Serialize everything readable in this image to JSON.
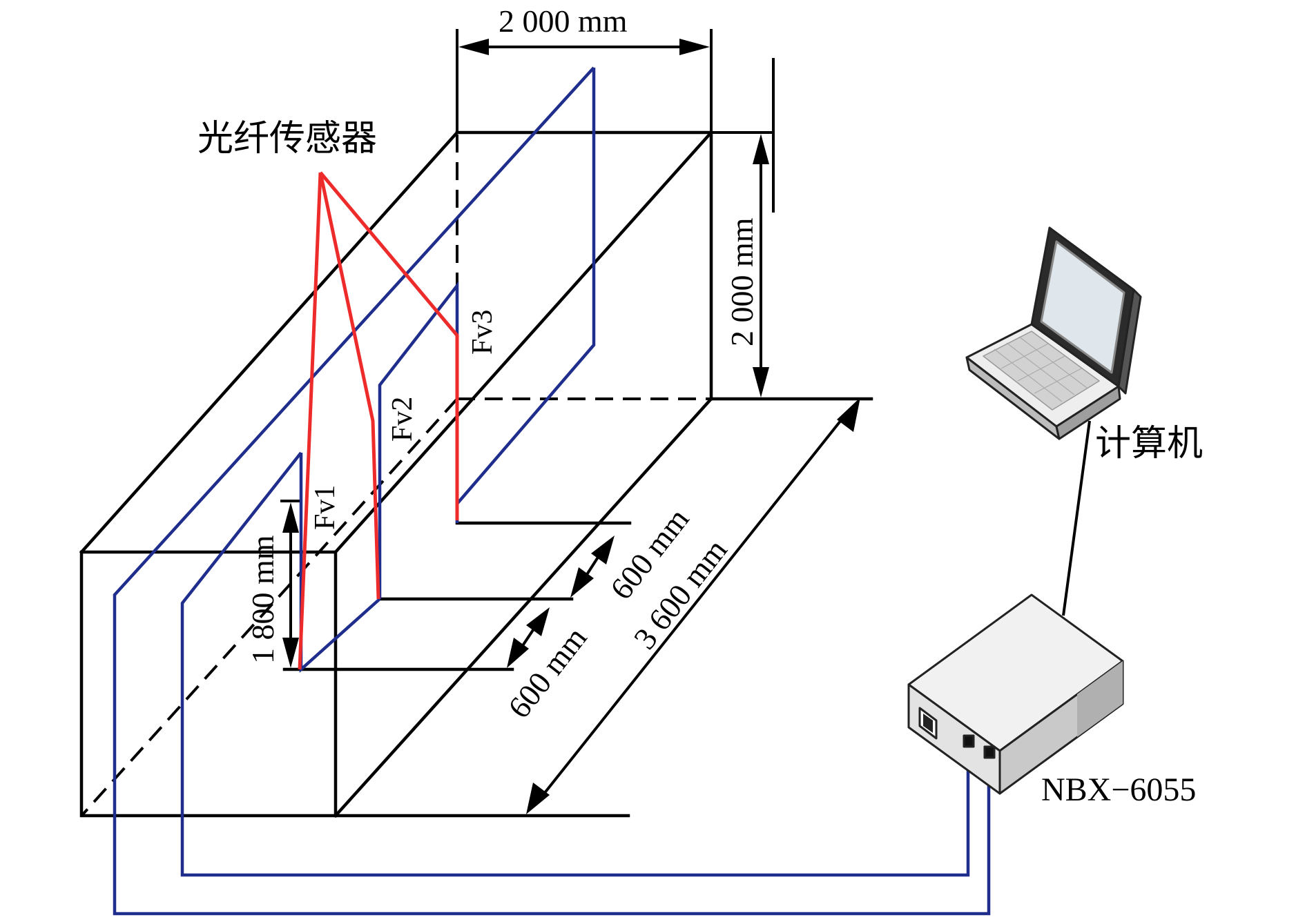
{
  "labels": {
    "sensor_title": "光纤传感器",
    "computer": "计算机",
    "device": "NBX−6055",
    "fv1": "Fv1",
    "fv2": "Fv2",
    "fv3": "Fv3"
  },
  "dimensions": {
    "top_width": "2 000 mm",
    "height": "2 000 mm",
    "sensor_height": "1 800 mm",
    "spacing_a": "600 mm",
    "spacing_b": "600 mm",
    "length": "3 600 mm"
  },
  "colors": {
    "structure": "#000000",
    "sensor_lead": "#ee2b2b",
    "fiber": "#1f2e8c"
  },
  "icons": {
    "computer": "laptop-icon",
    "device": "interrogator-box-icon"
  }
}
